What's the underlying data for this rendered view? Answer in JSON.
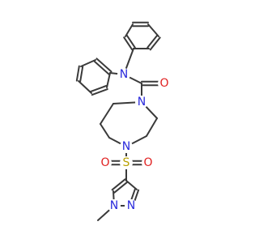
{
  "colors": {
    "bond": "#3a3a3a",
    "N": "#2a2adc",
    "O": "#e02020",
    "S": "#b8a000",
    "C": "#3a3a3a",
    "background": "#ffffff"
  },
  "atoms": {
    "N_amide": "N",
    "O_carbonyl": "O",
    "N_ring1": "N",
    "N_ring4": "N",
    "S": "S",
    "O_s1": "O",
    "O_s2": "O",
    "N_pyr1": "N",
    "N_pyr2": "N"
  }
}
